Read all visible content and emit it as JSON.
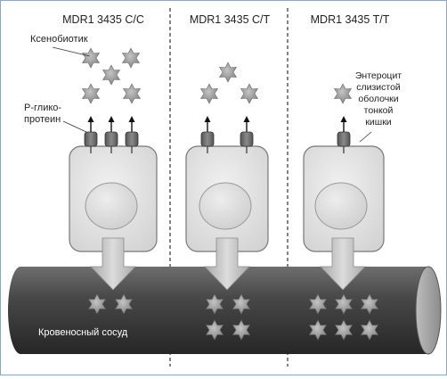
{
  "columns": [
    {
      "title": "MDR1 3435 C/C"
    },
    {
      "title": "MDR1 3435 C/T"
    },
    {
      "title": "MDR1 3435 T/T"
    }
  ],
  "labels": {
    "xenobiotic": "Ксенобиотик",
    "pgp_line1": "Р-глико-",
    "pgp_line2": "протеин",
    "enterocyte_line1": "Энтероцит",
    "enterocyte_line2": "слизистой",
    "enterocyte_line3": "оболочки",
    "enterocyte_line4": "тонкой",
    "enterocyte_line5": "кишки",
    "vessel": "Кровеносный сосуд"
  },
  "colors": {
    "frame_border": "#8fa8bf",
    "vessel_dark": "#3a3a3a",
    "cell_fill": "#e0e0e0",
    "star_fill": "#9a9a9a",
    "arrow_fill": "#bdbdbd"
  },
  "icons": {
    "star": "xenobiotic-star-icon",
    "transporter": "p-glycoprotein-pump-icon",
    "efflux_arrow": "efflux-arrow-icon"
  }
}
